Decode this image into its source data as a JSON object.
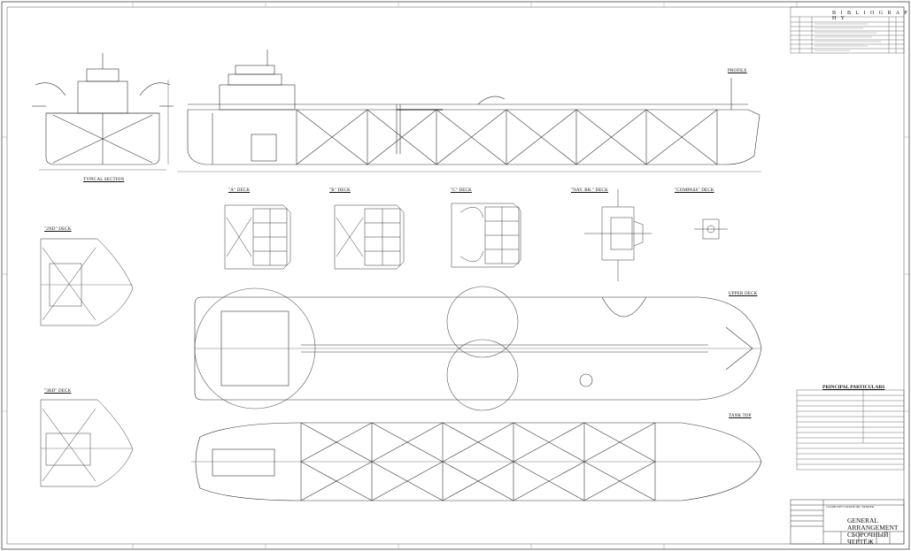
{
  "drawing": {
    "title_en": "GENERAL ARRANGEMENT",
    "title_ru": "СБОРОЧНЫЙ ЧЕРТЁЖ",
    "vessel": "114,000 DWT CRUDE OIL TANKER"
  },
  "views": {
    "typical_section": "TYPICAL SECTION",
    "profile": "PROFILE",
    "a_deck": "\"A\" DECK",
    "b_deck": "\"B\" DECK",
    "c_deck": "\"C\" DECK",
    "nav_br_deck": "\"NAV. BR.\" DECK",
    "compass_deck": "\"COMPASS\" DECK",
    "second_deck": "\"2ND\" DECK",
    "third_deck": "\"3RD\" DECK",
    "upper_deck": "UPPER DECK",
    "tank_top": "TANK TOP"
  },
  "bibliography": {
    "title": "B I B L I O G R A P H Y"
  },
  "principal_particulars": {
    "title": "PRINCIPAL PARTICULARS"
  },
  "colors": {
    "line": "#2a2a2a",
    "light_line": "#8a8a8a",
    "paper": "#ffffff"
  }
}
